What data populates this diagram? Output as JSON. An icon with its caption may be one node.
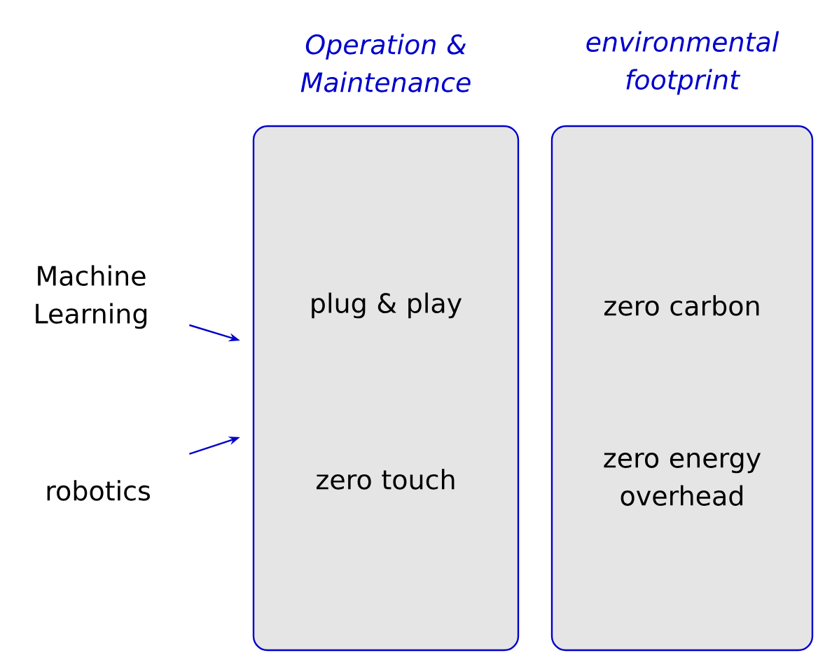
{
  "diagram": {
    "nodes": [
      {
        "text": [
          "Operation & Maintenance",
          "plug & play",
          "zero touch"
        ]
      },
      {
        "text": [
          "environmental footprint",
          "zero carbon",
          "zero energy overhead"
        ]
      },
      {
        "text": [
          "Machine Learning"
        ]
      },
      {
        "text": [
          "robotics"
        ]
      }
    ],
    "edges": [
      {
        "from": 2,
        "to": 0,
        "arrow": "to"
      },
      {
        "from": 3,
        "to": 0,
        "arrow": "to"
      }
    ]
  }
}
